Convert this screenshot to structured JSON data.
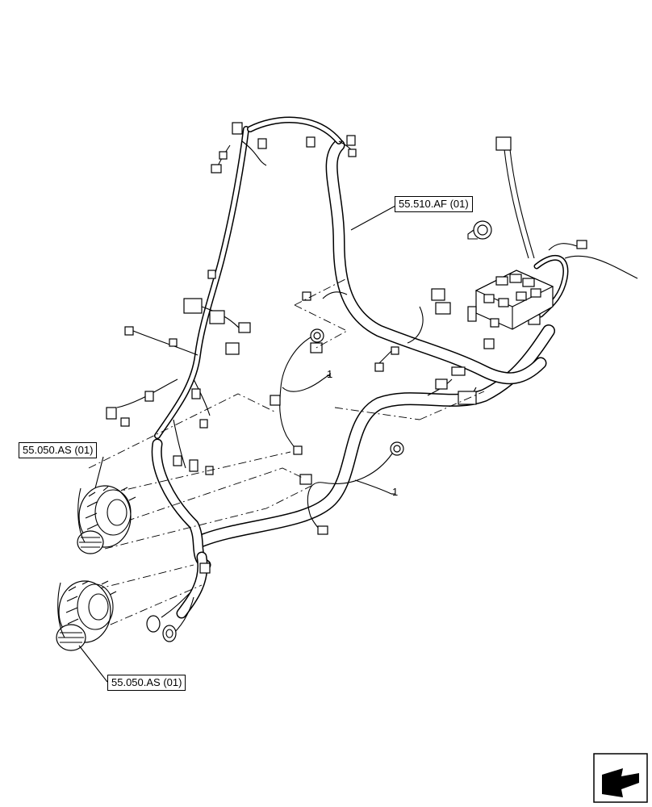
{
  "callouts": {
    "harness_ref": "55.510.AF (01)",
    "blower_ref_upper": "55.050.AS (01)",
    "blower_ref_lower": "55.050.AS (01)"
  },
  "item_numbers": {
    "upper_jumper": "1",
    "lower_jumper": "1"
  },
  "icons": {
    "nav_corner": "arrow-return-icon"
  }
}
